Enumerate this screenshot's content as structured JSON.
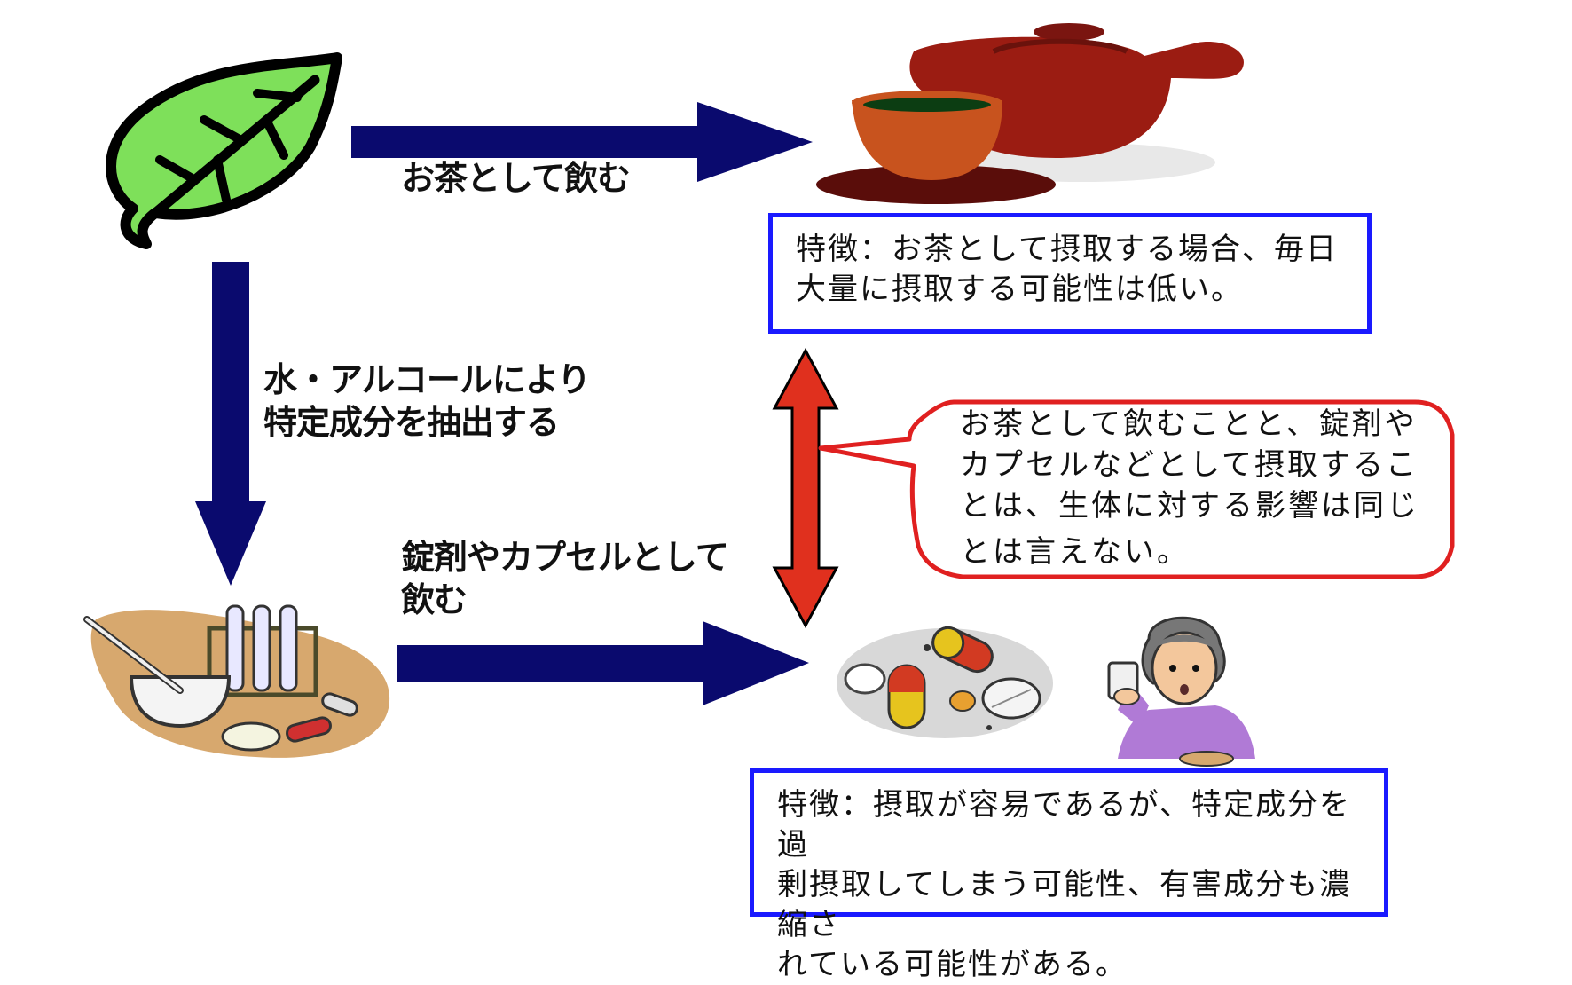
{
  "labels": {
    "drink_as_tea": "お茶として飲む",
    "extract_line1": "水・アルコールにより",
    "extract_line2": "特定成分を抽出する",
    "tablet_line1": "錠剤やカプセルとして",
    "tablet_line2": "飲む"
  },
  "tea_box": {
    "line1": "特徴：お茶として摂取する場合、毎日",
    "line2": "大量に摂取する可能性は低い。"
  },
  "bubble": {
    "line1": "お茶として飲むことと、錠剤や",
    "line2": "カプセルなどとして摂取するこ",
    "line3": "とは、生体に対する影響は同じ",
    "line4": "とは言えない。"
  },
  "supplement_box": {
    "line1": "特徴：摂取が容易であるが、特定成分を過",
    "line2": "剰摂取してしまう可能性、有害成分も濃縮さ",
    "line3": "れている可能性がある。"
  },
  "colors": {
    "arrow_navy": "#0a0a6e",
    "arrow_red": "#e0301e",
    "box_border": "#1a1aff",
    "bubble_border": "#e02020",
    "leaf_green": "#7ee05a"
  },
  "icons": [
    "leaf-icon",
    "teapot-icon",
    "lab-equipment-icon",
    "pills-icon",
    "elderly-woman-icon"
  ]
}
